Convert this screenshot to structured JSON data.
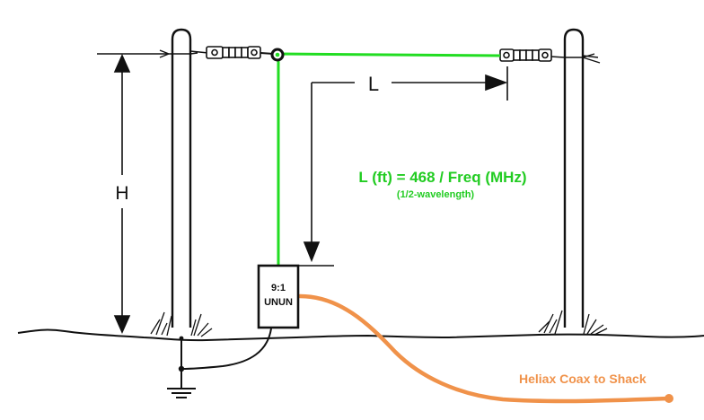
{
  "labels": {
    "height": "H",
    "length": "L",
    "formula": "L (ft) = 468 / Freq (MHz)",
    "formula_note": "(1/2-wavelength)",
    "unun_ratio": "9:1",
    "unun_name": "UNUN",
    "coax": "Heliax Coax to Shack"
  },
  "colors": {
    "antenna_wire": "#22dd22",
    "formula_text": "#22cc22",
    "coax_cable": "#f0924a",
    "coax_text": "#f0924a",
    "line_art": "#111111",
    "background": "#ffffff"
  }
}
